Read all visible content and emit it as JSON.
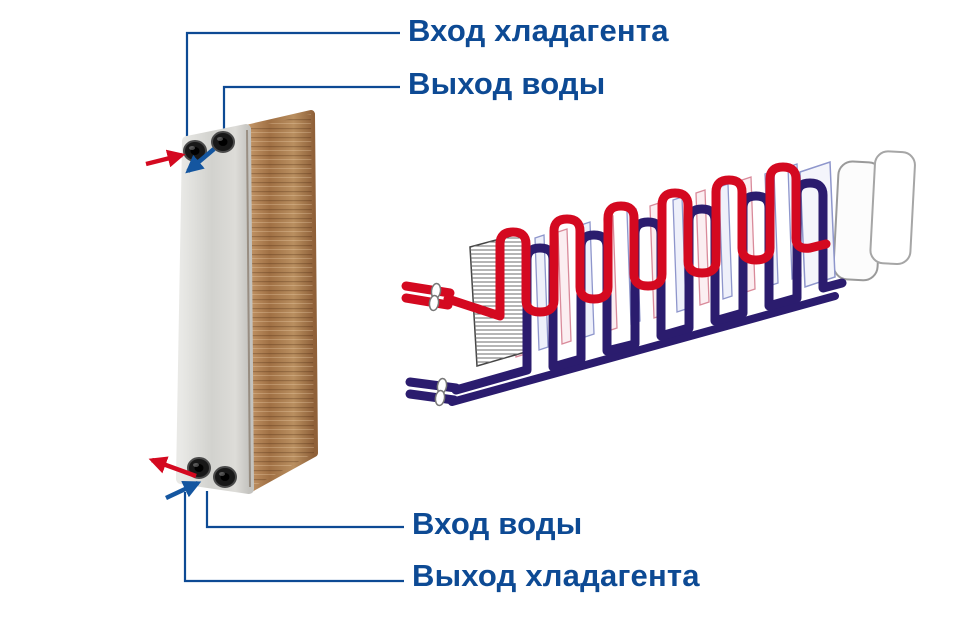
{
  "labels": {
    "refrigerant_inlet": "Вход хладагента",
    "water_outlet": "Выход воды",
    "water_inlet": "Вход воды",
    "refrigerant_outlet": "Выход хладагента"
  },
  "colors": {
    "label_text": "#0d4a94",
    "leader_line": "#0d4a94",
    "hot_flow_red": "#d40920",
    "cold_flow_blue": "#1456a0",
    "refrigerant_circuit_navy": "#2b1c6e",
    "copper_body": "#a87a4e",
    "steel_front_plate": "#d8d8d4"
  },
  "legend_semantics": {
    "red_arrows": "hot refrigerant flow",
    "blue_arrows": "water flow"
  }
}
